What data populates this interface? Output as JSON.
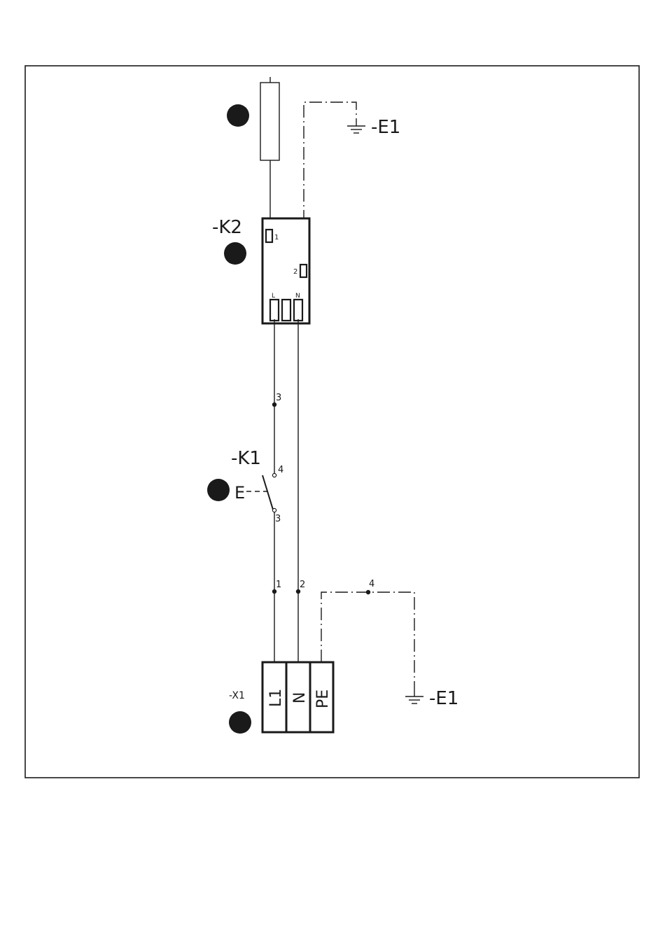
{
  "labels": {
    "earth_top": "-E1",
    "earth_bottom": "-E1",
    "k2": "-K2",
    "k2_pin1": "1",
    "k2_pin2": "2",
    "k2_pin_l": "L",
    "k2_pin_n": "N",
    "k1": "-K1",
    "k1_actuator": "E",
    "k1_pin4": "4",
    "k1_pin3": "3",
    "node_3_top": "3",
    "wire_1": "1",
    "wire_2": "2",
    "wire_4": "4",
    "x1": "-X1",
    "terminal_l1": "L1",
    "terminal_n": "N",
    "terminal_pe": "PE"
  },
  "colors": {
    "line": "#1a1a1a",
    "background": "#ffffff"
  }
}
